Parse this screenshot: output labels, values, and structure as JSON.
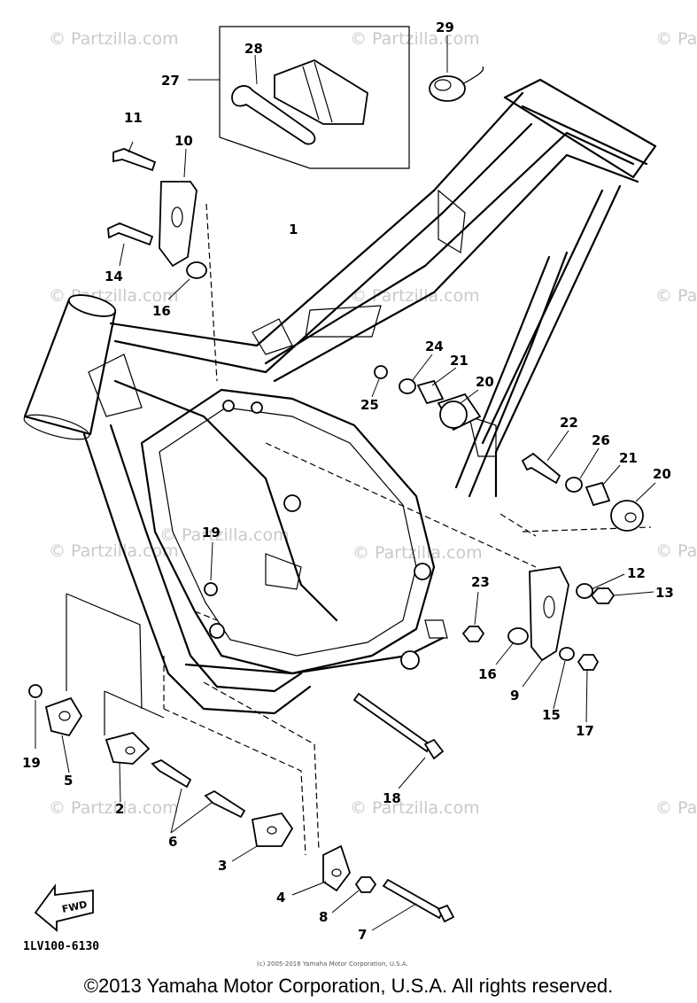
{
  "watermarks": [
    "© Partzilla.com",
    "© Partzilla.com",
    "© Partzilla.com",
    "© Partzilla.com",
    "© Partzilla.com",
    "© Partzilla.com",
    "© Partzilla.com",
    "© Partzilla.com",
    "© Partzilla.com",
    "© Partzilla.com",
    "© Partzilla.com",
    "© Partzilla.com",
    "© Partzilla.com"
  ],
  "callouts": [
    "1",
    "2",
    "3",
    "4",
    "5",
    "6",
    "7",
    "8",
    "9",
    "10",
    "11",
    "12",
    "13",
    "14",
    "15",
    "16",
    "16",
    "17",
    "18",
    "19",
    "19",
    "20",
    "20",
    "21",
    "21",
    "22",
    "23",
    "24",
    "25",
    "26",
    "27",
    "28",
    "29"
  ],
  "fwd_label": "FWD",
  "diagram_code": "1LV100-6130",
  "small_copyright": "(c) 2005-2016 Yamaha Motor Corporation, U.S.A.",
  "copyright": "©2013 Yamaha Motor Corporation, U.S.A. All rights reserved."
}
